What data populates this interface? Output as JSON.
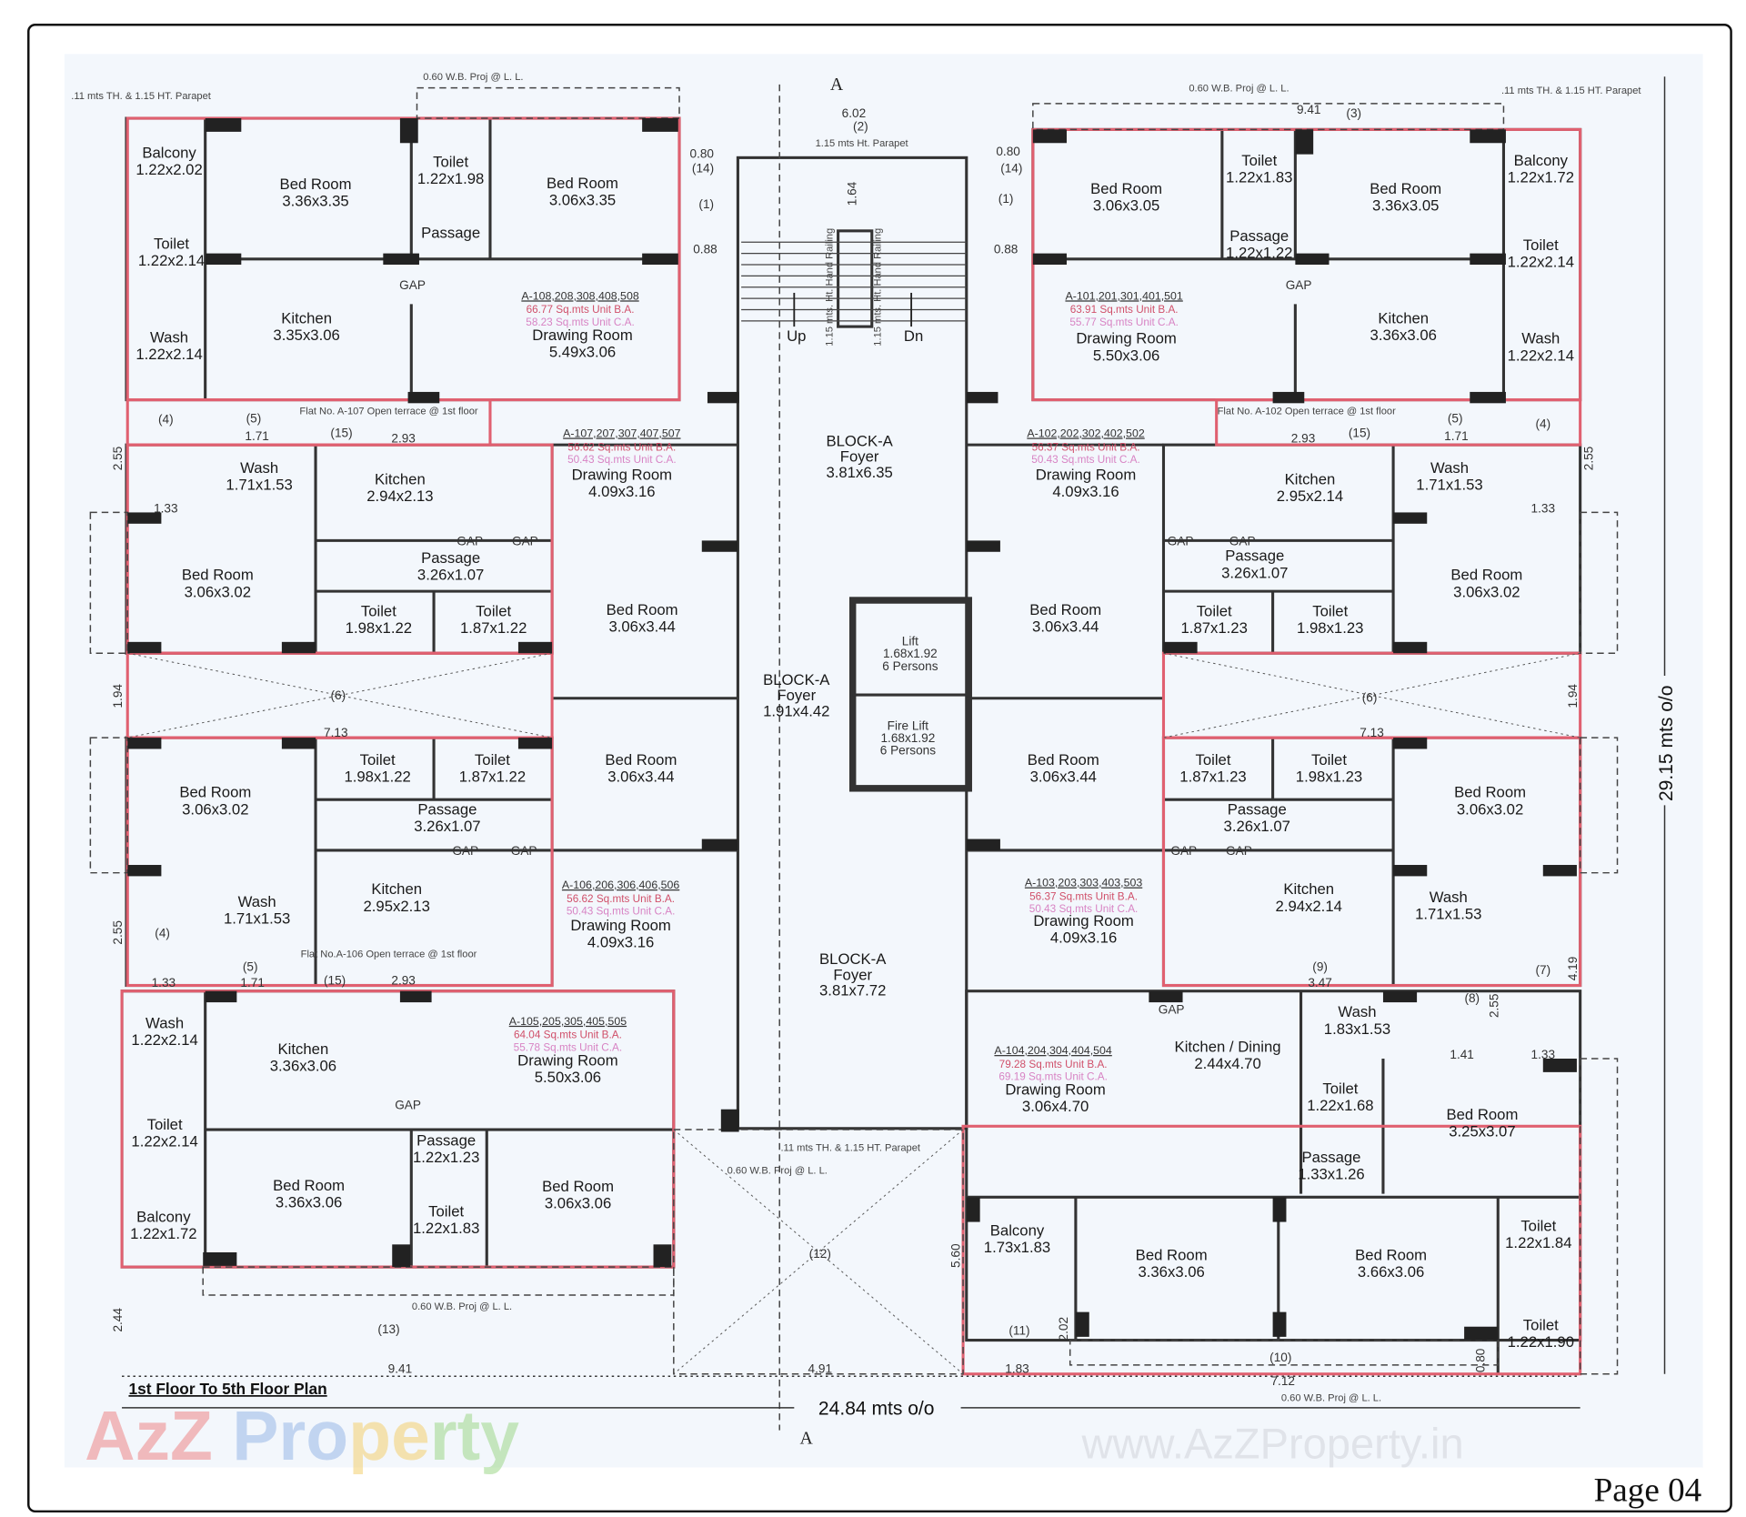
{
  "title": "1st Floor To 5th Floor Plan",
  "page_label": "Page 04",
  "watermark": "www.AzZProperty.in",
  "logo_text": "AzZ Property",
  "overall_width": "24.84 mts o/o",
  "overall_depth": "29.15 mts o/o",
  "section_marker": "A",
  "colors": {
    "unit_outline": "#e06070",
    "walls": "#222222",
    "area_ba": "#d0506a",
    "area_ca": "#d884c4",
    "paper": "#f3f7fc"
  },
  "units": [
    {
      "code": "A-108,208,308,408,508",
      "ba": "66.77 Sq.mts Unit B.A.",
      "ca": "58.23 Sq.mts Unit C.A."
    },
    {
      "code": "A-107,207,307,407,507",
      "ba": "56.62 Sq.mts Unit B.A.",
      "ca": "50.43 Sq.mts Unit C.A."
    },
    {
      "code": "A-106,206,306,406,506",
      "ba": "56.62 Sq.mts Unit B.A.",
      "ca": "50.43 Sq.mts Unit C.A."
    },
    {
      "code": "A-105,205,305,405,505",
      "ba": "64.04 Sq.mts Unit B.A.",
      "ca": "55.78 Sq.mts Unit C.A."
    },
    {
      "code": "A-101,201,301,401,501",
      "ba": "63.91 Sq.mts Unit B.A.",
      "ca": "55.77 Sq.mts Unit C.A."
    },
    {
      "code": "A-102,202,302,402,502",
      "ba": "56.37 Sq.mts Unit B.A.",
      "ca": "50.43 Sq.mts Unit C.A."
    },
    {
      "code": "A-103,203,303,403,503",
      "ba": "56.37 Sq.mts Unit B.A.",
      "ca": "50.43 Sq.mts Unit C.A."
    },
    {
      "code": "A-104,204,304,404,504",
      "ba": "79.28 Sq.mts Unit B.A.",
      "ca": "69.19 Sq.mts Unit C.A."
    }
  ],
  "rooms": [
    {
      "name": "Balcony",
      "dims": "1.22x2.02"
    },
    {
      "name": "Bed Room",
      "dims": "3.36x3.35"
    },
    {
      "name": "Toilet",
      "dims": "1.22x1.98"
    },
    {
      "name": "Bed Room",
      "dims": "3.06x3.35"
    },
    {
      "name": "Toilet",
      "dims": "1.22x2.14"
    },
    {
      "name": "Passage",
      "dims": ""
    },
    {
      "name": "Kitchen",
      "dims": "3.35x3.06"
    },
    {
      "name": "Wash",
      "dims": "1.22x2.14"
    },
    {
      "name": "Drawing Room",
      "dims": "5.49x3.06"
    },
    {
      "name": "Wash",
      "dims": "1.71x1.53"
    },
    {
      "name": "Kitchen",
      "dims": "2.94x2.13"
    },
    {
      "name": "Drawing Room",
      "dims": "4.09x3.16"
    },
    {
      "name": "Bed Room",
      "dims": "3.06x3.02"
    },
    {
      "name": "Passage",
      "dims": "3.26x1.07"
    },
    {
      "name": "Toilet",
      "dims": "1.98x1.22"
    },
    {
      "name": "Toilet",
      "dims": "1.87x1.22"
    },
    {
      "name": "Bed Room",
      "dims": "3.06x3.44"
    },
    {
      "name": "Bed Room",
      "dims": "3.06x3.44"
    },
    {
      "name": "Toilet",
      "dims": "1.98x1.22"
    },
    {
      "name": "Toilet",
      "dims": "1.87x1.22"
    },
    {
      "name": "Bed Room",
      "dims": "3.06x3.02"
    },
    {
      "name": "Passage",
      "dims": "3.26x1.07"
    },
    {
      "name": "Kitchen",
      "dims": "2.95x2.13"
    },
    {
      "name": "Wash",
      "dims": "1.71x1.53"
    },
    {
      "name": "Drawing Room",
      "dims": "4.09x3.16"
    },
    {
      "name": "Wash",
      "dims": "1.22x2.14"
    },
    {
      "name": "Kitchen",
      "dims": "3.36x3.06"
    },
    {
      "name": "Drawing Room",
      "dims": "5.50x3.06"
    },
    {
      "name": "Toilet",
      "dims": "1.22x2.14"
    },
    {
      "name": "Passage",
      "dims": "1.22x1.23"
    },
    {
      "name": "Bed Room",
      "dims": "3.36x3.06"
    },
    {
      "name": "Toilet",
      "dims": "1.22x1.83"
    },
    {
      "name": "Bed Room",
      "dims": "3.06x3.06"
    },
    {
      "name": "Balcony",
      "dims": "1.22x1.72"
    },
    {
      "name": "Bed Room",
      "dims": "3.06x3.05"
    },
    {
      "name": "Toilet",
      "dims": "1.22x1.83"
    },
    {
      "name": "Bed Room",
      "dims": "3.36x3.05"
    },
    {
      "name": "Balcony",
      "dims": "1.22x1.72"
    },
    {
      "name": "Passage",
      "dims": "1.22x1.22"
    },
    {
      "name": "Toilet",
      "dims": "1.22x2.14"
    },
    {
      "name": "Kitchen",
      "dims": "3.36x3.06"
    },
    {
      "name": "Wash",
      "dims": "1.22x2.14"
    },
    {
      "name": "Drawing Room",
      "dims": "5.50x3.06"
    },
    {
      "name": "Kitchen",
      "dims": "2.95x2.14"
    },
    {
      "name": "Wash",
      "dims": "1.71x1.53"
    },
    {
      "name": "Drawing Room",
      "dims": "4.09x3.16"
    },
    {
      "name": "Bed Room",
      "dims": "3.06x3.02"
    },
    {
      "name": "Passage",
      "dims": "3.26x1.07"
    },
    {
      "name": "Toilet",
      "dims": "1.87x1.23"
    },
    {
      "name": "Toilet",
      "dims": "1.98x1.23"
    },
    {
      "name": "Bed Room",
      "dims": "3.06x3.44"
    },
    {
      "name": "Bed Room",
      "dims": "3.06x3.44"
    },
    {
      "name": "Toilet",
      "dims": "1.87x1.23"
    },
    {
      "name": "Toilet",
      "dims": "1.98x1.23"
    },
    {
      "name": "Bed Room",
      "dims": "3.06x3.02"
    },
    {
      "name": "Passage",
      "dims": "3.26x1.07"
    },
    {
      "name": "Kitchen",
      "dims": "2.94x2.14"
    },
    {
      "name": "Wash",
      "dims": "1.71x1.53"
    },
    {
      "name": "Drawing Room",
      "dims": "4.09x3.16"
    },
    {
      "name": "Wash",
      "dims": "1.83x1.53"
    },
    {
      "name": "Kitchen / Dining",
      "dims": "2.44x4.70"
    },
    {
      "name": "Drawing Room",
      "dims": "3.06x4.70"
    },
    {
      "name": "Toilet",
      "dims": "1.22x1.68"
    },
    {
      "name": "Bed Room",
      "dims": "3.25x3.07"
    },
    {
      "name": "Passage",
      "dims": "1.33x1.26"
    },
    {
      "name": "Balcony",
      "dims": "1.73x1.83"
    },
    {
      "name": "Bed Room",
      "dims": "3.36x3.06"
    },
    {
      "name": "Bed Room",
      "dims": "3.66x3.06"
    },
    {
      "name": "Toilet",
      "dims": "1.22x1.84"
    },
    {
      "name": "Toilet",
      "dims": "1.22x1.90"
    }
  ],
  "core": [
    {
      "l1": "BLOCK-A",
      "l2": "Foyer",
      "l3": "3.81x6.35"
    },
    {
      "l1": "BLOCK-A",
      "l2": "Foyer",
      "l3": "1.91x4.42"
    },
    {
      "l1": "Lift",
      "l2": "1.68x1.92",
      "l3": "6 Persons"
    },
    {
      "l1": "Fire Lift",
      "l2": "1.68x1.92",
      "l3": "6 Persons"
    },
    {
      "l1": "BLOCK-A",
      "l2": "Foyer",
      "l3": "3.81x7.72"
    }
  ],
  "stairs": {
    "up": "Up",
    "down": "Dn",
    "rail": "1.15 mts. Ht. Hand Railing",
    "depth": "1.64"
  },
  "annotations": [
    "6.02",
    "(2)",
    "1.15 mts Ht. Parapet",
    "0.60 W.B. Proj @ L. L.",
    "0.60 W.B. Proj @ L. L.",
    "9.41",
    "(3)",
    "0.80",
    "(14)",
    "(1)",
    "0.88",
    "0.80",
    "(14)",
    "(1)",
    "0.88",
    ".11 mts TH. & 1.15 HT. Parapet",
    ".11 mts TH. & 1.15 HT. Parapet",
    "Flat No. A-107 Open terrace @ 1st floor",
    "(15)",
    "2.93",
    "(5)",
    "1.71",
    "(4)",
    "1.33",
    "2.55",
    "Flat No. A-102 Open terrace @ 1st floor",
    "(15)",
    "2.93",
    "(5)",
    "1.71",
    "(4)",
    "1.33",
    "2.55",
    "(6)",
    "7.13",
    "1.94",
    "(6)",
    "7.13",
    "1.94",
    "Flat No.A-106 Open terrace @ 1st floor",
    "(15)",
    "2.93",
    "(5)",
    "1.71",
    "(4)",
    "1.33",
    "2.55",
    "(9)",
    "3.47",
    "(8)",
    "2.55",
    "(7)",
    "4.19",
    "1.41",
    "1.33",
    "(12)",
    ".11 mts TH. & 1.15 HT. Parapet",
    "0.60 W.B. Proj @ L. L.",
    "(13)",
    "0.60 W.B. Proj @ L. L.",
    "9.41",
    "4.91",
    "1.83",
    "(11)",
    "2.02",
    "5.60",
    "(10)",
    "7.12",
    "0.60 W.B. Proj @ L. L.",
    "0.80",
    "2.44",
    "GAP",
    "GAP",
    "GAP",
    "GAP",
    "GAP",
    "GAP",
    "GAP",
    "GAP",
    "GAP",
    "GAP",
    "GAP",
    "GAP"
  ]
}
